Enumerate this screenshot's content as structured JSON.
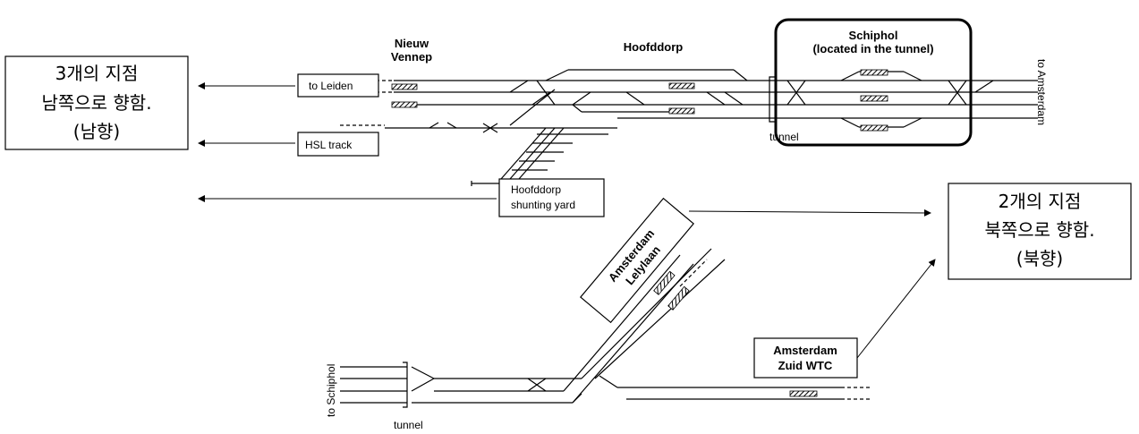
{
  "stations": {
    "nieuw_vennep": [
      "Nieuw",
      "Vennep"
    ],
    "hoofddorp": "Hoofddorp",
    "schiphol": [
      "Schiphol",
      "(located in the tunnel)"
    ],
    "lelylaan": [
      "Amsterdam",
      "Lelylaan"
    ],
    "zuid_wtc": [
      "Amsterdam",
      "Zuid WTC"
    ]
  },
  "labels": {
    "to_leiden": "to Leiden",
    "hsl_track": "HSL track",
    "shunting_yard": [
      "Hoofddorp",
      "shunting yard"
    ],
    "to_amsterdam": "to Amsterdam",
    "to_schiphol": "to Schiphol",
    "tunnel_top": "tunnel",
    "tunnel_bottom": "tunnel"
  },
  "annotations": {
    "south": [
      "3개의 지점",
      "남쪽으로 향함.",
      "(남향)"
    ],
    "north": [
      "2개의 지점",
      "북쪽으로 향함.",
      "(북향)"
    ]
  }
}
